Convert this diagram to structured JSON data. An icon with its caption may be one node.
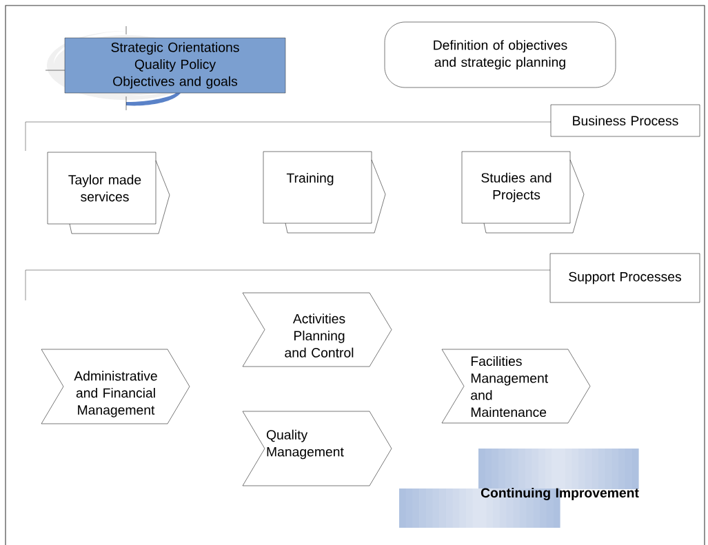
{
  "diagram": {
    "nodes": [
      {
        "text": [
          "Strategic Orientations",
          "Quality Policy",
          "Objectives and goals"
        ]
      },
      {
        "text": [
          "Definition of objectives and strategic planning"
        ]
      },
      {
        "text": [
          "Business Process"
        ]
      },
      {
        "text": [
          "Taylor made services"
        ]
      },
      {
        "text": [
          "Training"
        ]
      },
      {
        "text": [
          "Studies and Projects"
        ]
      },
      {
        "text": [
          "Support Processes"
        ]
      },
      {
        "text": [
          "Activities Planning and Control"
        ]
      },
      {
        "text": [
          "Administrative and Financial Management"
        ]
      },
      {
        "text": [
          "Facilities Management and Maintenance"
        ]
      },
      {
        "text": [
          "Quality Management"
        ]
      },
      {
        "text": [
          "Continuing Improvement"
        ]
      }
    ]
  }
}
